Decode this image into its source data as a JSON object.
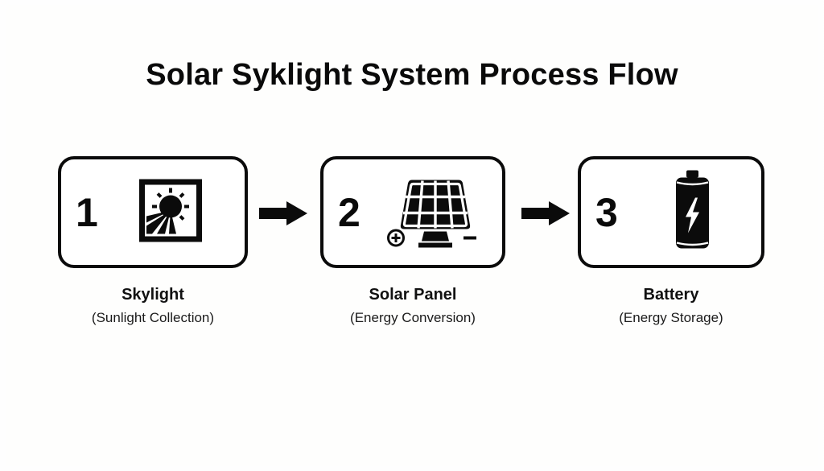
{
  "diagram": {
    "title": "Solar Syklight System Process Flow",
    "type": "process-flow",
    "background_color": "#fefefd",
    "ink_color": "#0b0b0b",
    "steps": [
      {
        "number": "1",
        "label": "Skylight",
        "sublabel": "(Sunlight Collection)",
        "icon": "skylight-sun-icon"
      },
      {
        "number": "2",
        "label": "Solar Panel",
        "sublabel": "(Energy Conversion)",
        "icon": "solar-panel-icon",
        "icon_marks": {
          "positive": "+",
          "negative": "−"
        }
      },
      {
        "number": "3",
        "label": "Battery",
        "sublabel": "(Energy Storage)",
        "icon": "battery-bolt-icon"
      }
    ],
    "connectors": [
      {
        "name": "arrow-step1-to-step2",
        "direction": "right",
        "glyph": "→"
      },
      {
        "name": "arrow-step2-to-step3",
        "direction": "right",
        "glyph": "→"
      }
    ]
  }
}
